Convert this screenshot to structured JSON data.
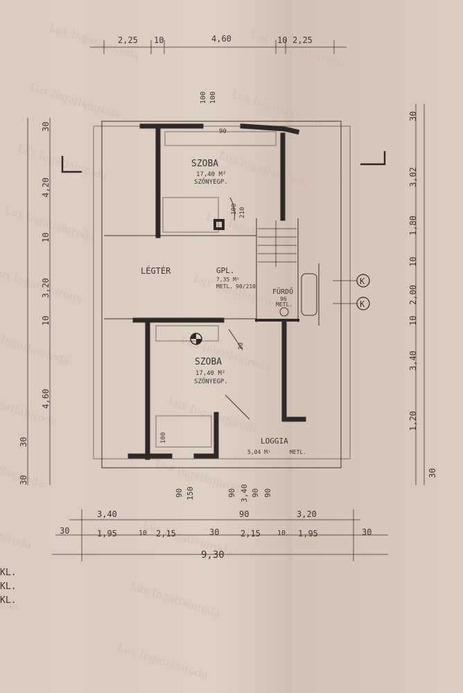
{
  "watermark": "Lux Ingatlaniroda",
  "colors": {
    "paper": "#dcccc0",
    "ink": "#3a3232",
    "wall": "#2e2828"
  },
  "rooms": [
    {
      "name": "SZOBA",
      "area": "17,40 M²",
      "floor": "SZŐNYEGP."
    },
    {
      "name": "LÉGTÉR"
    },
    {
      "name": "GPL.",
      "area": "7,35 M²",
      "floor": "METL.",
      "extra": "90/210"
    },
    {
      "name": "FÜRDŐ",
      "area": "96",
      "floor": "METL."
    },
    {
      "name": "SZOBA",
      "area": "17,40 M²",
      "floor": "SZŐNYEGP."
    },
    {
      "name": "LOGGIA",
      "area": "5,04 M²",
      "floor": "METL."
    }
  ],
  "symbols": [
    "K",
    "K"
  ],
  "dimensions": {
    "top": [
      "2,25",
      "10",
      "4,60",
      "10",
      "2,25"
    ],
    "top_door": [
      "100",
      "100",
      "90"
    ],
    "left": [
      "30",
      "4,20",
      "10",
      "3,20",
      "10",
      "4,60",
      "30",
      "30"
    ],
    "right": [
      "30",
      "3,02",
      "1,80",
      "10",
      "2,00",
      "10",
      "3,40",
      "1,20",
      "30"
    ],
    "bottom_row1": [
      "3,40",
      "90",
      "3,20"
    ],
    "bottom_row2": [
      "30",
      "1,95",
      "10",
      "2,15",
      "30",
      "2,15",
      "10",
      "1,95",
      "30"
    ],
    "bottom_total": "9,30",
    "bottom_vertical": [
      "90",
      "150",
      "90",
      "3,40",
      "90",
      "90"
    ],
    "misc": [
      "100",
      "210",
      "30",
      "100"
    ]
  },
  "margin_notes": [
    "KL.",
    "KL.",
    "KL."
  ]
}
